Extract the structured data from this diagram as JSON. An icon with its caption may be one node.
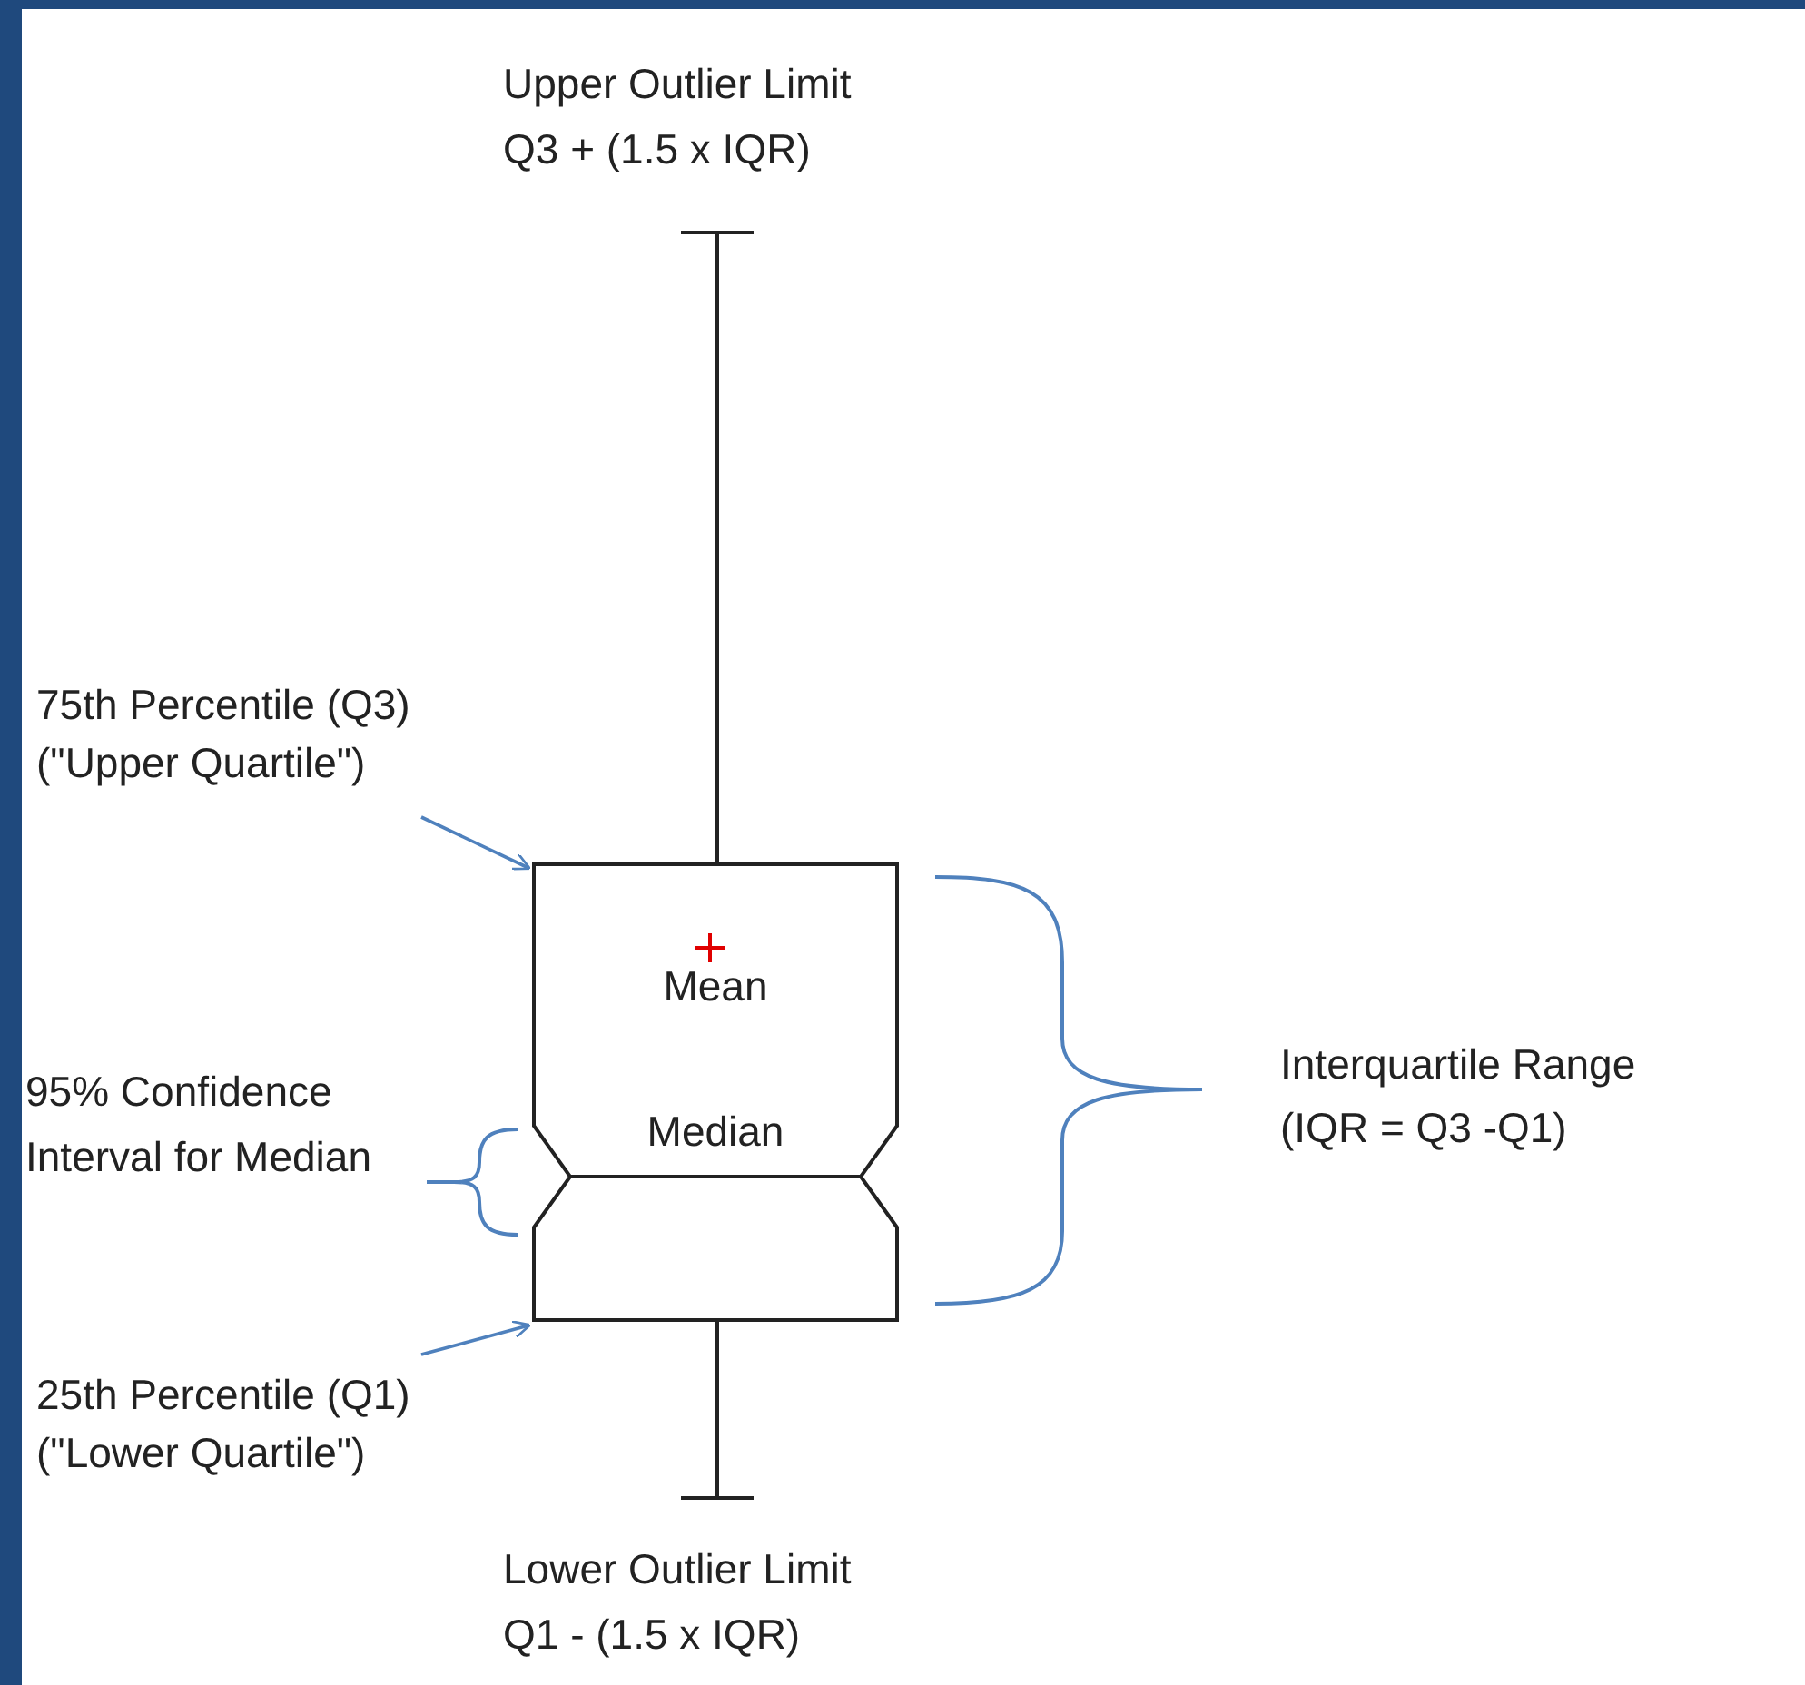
{
  "diagram": {
    "nodes": [
      {
        "text": [
          "75th Percentile (Q3)",
          "(\"Upper Quartile\")"
        ]
      },
      {
        "text": [
          "Mean",
          "Median"
        ]
      },
      {
        "text": [
          "25th Percentile (Q1)",
          "(\"Lower Quartile\")"
        ]
      }
    ],
    "edges": [
      {
        "from": 0,
        "to": 1,
        "arrow": "to"
      },
      {
        "from": 2,
        "to": 1,
        "arrow": "to"
      }
    ],
    "labels": [
      "Upper Outlier Limit",
      "Q3 + (1.5 x IQR)",
      "95% Confidence Interval for Median",
      "Interquartile Range",
      "(IQR = Q3 -Q1)",
      "Lower Outlier Limit",
      "Q1 - (1.5 x IQR)"
    ]
  }
}
